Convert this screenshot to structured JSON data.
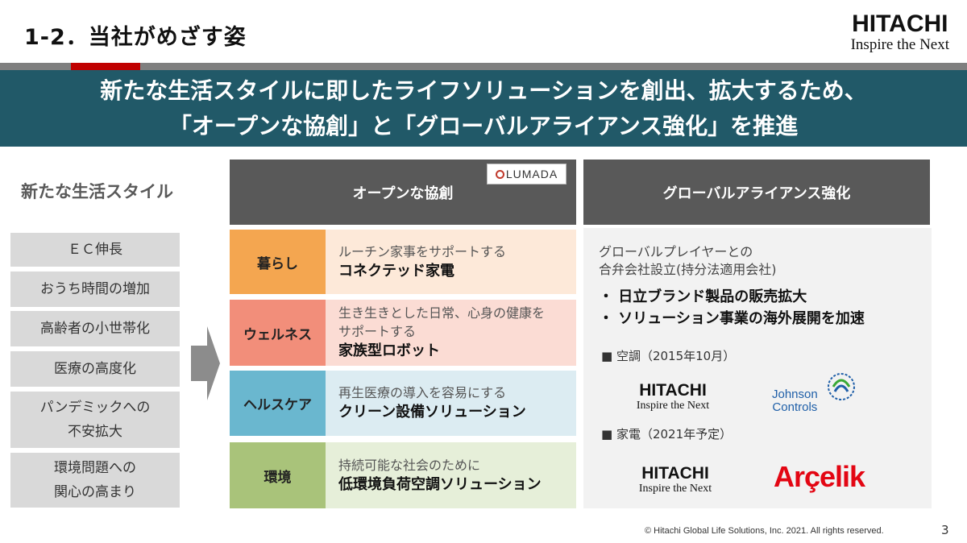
{
  "header": {
    "title": "1-2．当社がめざす姿",
    "logo_brand": "HITACHI",
    "logo_tagline": "Inspire the Next"
  },
  "banner": {
    "line1": "新たな生活スタイルに即したライフソリューションを創出、拡大するため、",
    "line2": "「オープンな協創」と「グローバルアライアンス強化」を推進"
  },
  "left": {
    "heading": "新たな生活スタイル",
    "trends": [
      [
        "ＥＣ伸長"
      ],
      [
        "おうち時間の増加"
      ],
      [
        "高齢者の小世帯化"
      ],
      [
        "医療の高度化"
      ],
      [
        "パンデミックへの",
        "不安拡大"
      ],
      [
        "環境問題への",
        "関心の高まり"
      ]
    ]
  },
  "open_cocreation": {
    "heading": "オープンな協創",
    "badge": "LUMADA",
    "rows": [
      {
        "category": "暮らし",
        "lines": [
          "ルーチン家事をサポートする"
        ],
        "solution": "コネクテッド家電"
      },
      {
        "category": "ウェルネス",
        "lines": [
          "生き生きとした日常、心身の健康を",
          "サポートする"
        ],
        "solution": "家族型ロボット"
      },
      {
        "category": "ヘルスケア",
        "lines": [
          "再生医療の導入を容易にする"
        ],
        "solution": "クリーン設備ソリューション"
      },
      {
        "category": "環境",
        "lines": [
          "持続可能な社会のために"
        ],
        "solution": "低環境負荷空調ソリューション"
      }
    ]
  },
  "global_alliance": {
    "heading": "グローバルアライアンス強化",
    "intro": [
      "グローバルプレイヤーとの",
      "合弁会社設立(持分法適用会社)"
    ],
    "bullets": [
      "・ 日立ブランド製品の販売拡大",
      "・ ソリューション事業の海外展開を加速"
    ],
    "ac_label": "■ 空調（2015年10月）",
    "home_label": "■ 家電（2021年予定）",
    "partner1_line1": "Johnson",
    "partner1_line2": "Controls",
    "partner2": "Arçelik"
  },
  "footer": {
    "copyright": "© Hitachi Global Life Solutions, Inc. 2021. All rights reserved.",
    "page": "3"
  },
  "colors": {
    "banner": "#215968",
    "header_gray": "#595959",
    "accent_red": "#c00000",
    "row_colors": [
      [
        "#f4a650",
        "#fde9d9"
      ],
      [
        "#f28e7a",
        "#fbdcd4"
      ],
      [
        "#6ab7cf",
        "#dcecf2"
      ],
      [
        "#a9c37a",
        "#e6efd9"
      ]
    ]
  }
}
